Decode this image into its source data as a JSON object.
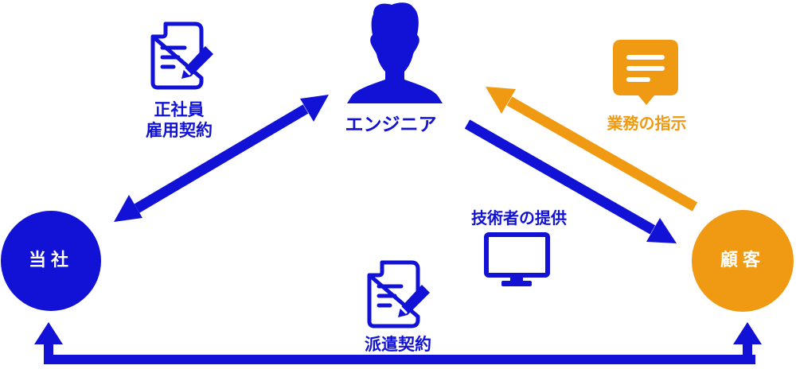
{
  "nodes": {
    "engineer": "エンジニア",
    "company": "当社",
    "client": "顧客"
  },
  "labels": {
    "employment_line1": "正社員",
    "employment_line2": "雇用契約",
    "instruction": "業務の指示",
    "provision": "技術者の提供",
    "dispatch": "派遣契約"
  },
  "colors": {
    "blue": "#1212d6",
    "orange": "#ef9a12",
    "white": "#ffffff"
  },
  "icons": {
    "engineer": "person-icon",
    "employment": "document-pen-icon",
    "instruction": "speech-bubble-icon",
    "provision": "monitor-icon",
    "dispatch": "document-pen-icon"
  }
}
